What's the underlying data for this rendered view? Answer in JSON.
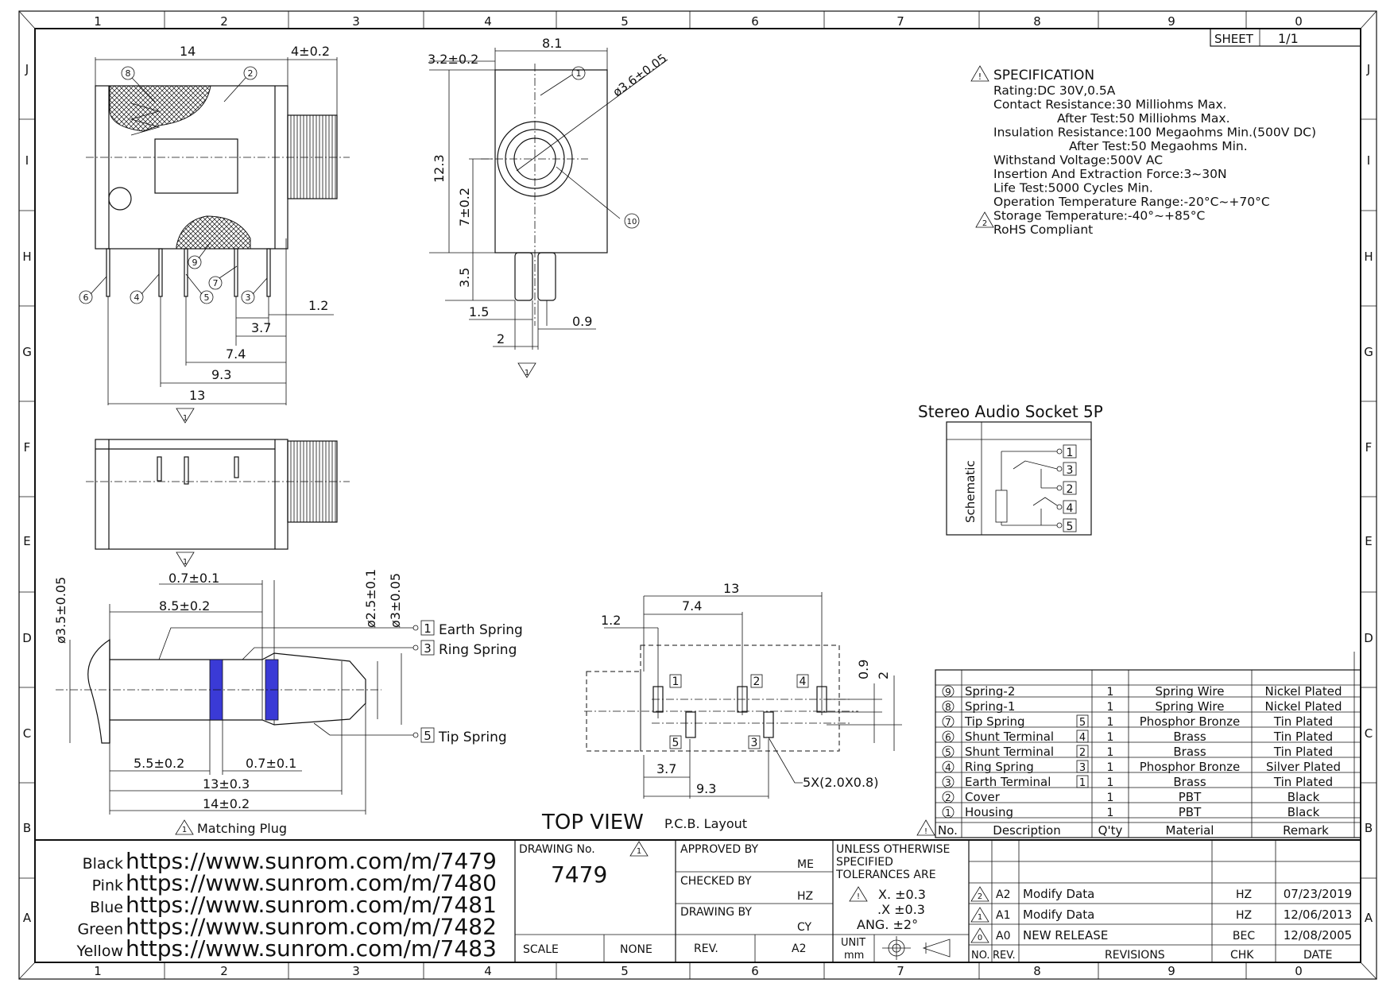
{
  "frame": {
    "col_labels_top": [
      "1",
      "2",
      "3",
      "4",
      "5",
      "6",
      "7",
      "8",
      "9",
      "0"
    ],
    "col_labels_bottom": [
      "1",
      "2",
      "3",
      "4",
      "5",
      "6",
      "7",
      "8",
      "9",
      "0"
    ],
    "row_labels": [
      "J",
      "I",
      "H",
      "G",
      "F",
      "E",
      "D",
      "C",
      "B",
      "A"
    ],
    "sheet_label": "SHEET",
    "sheet_value": "1/1"
  },
  "specification": {
    "title": "SPECIFICATION",
    "lines": [
      "Rating:DC 30V,0.5A",
      "Contact Resistance:30 Milliohms Max.",
      "After Test:50 Milliohms Max.",
      "Insulation Resistance:100 Megaohms Min.(500V DC)",
      "After Test:50 Megaohms Min.",
      "Withstand Voltage:500V AC",
      "Insertion And Extraction Force:3~30N",
      "Life Test:5000 Cycles Min.",
      "Operation Temperature Range:-20°C~+70°C",
      "Storage Temperature:-40°~+85°C",
      "RoHS Compliant"
    ],
    "revision_marker": "2"
  },
  "side_view": {
    "dims": {
      "d14": "14",
      "d4": "4±0.2",
      "d1_2": "1.2",
      "d3_7": "3.7",
      "d7_4": "7.4",
      "d9_3": "9.3",
      "d13": "13"
    },
    "callouts": [
      "8",
      "2",
      "9",
      "7",
      "6",
      "4",
      "5",
      "3"
    ],
    "rev_marker": "1"
  },
  "front_view": {
    "dims": {
      "d3_2": "3.2±0.2",
      "d8_1": "8.1",
      "dia": "ø3.6±0.05",
      "d12_3": "12.3",
      "d7": "7±0.2",
      "d3_5": "3.5",
      "d1_5": "1.5",
      "d2": "2",
      "d0_9": "0.9"
    },
    "callouts": [
      "1",
      "10"
    ],
    "rev_marker": "1"
  },
  "bottom_view": {
    "rev_marker": "1"
  },
  "schematic": {
    "title": "Stereo Audio Socket 5P",
    "side_label": "Schematic",
    "pins": [
      "1",
      "3",
      "2",
      "4",
      "5"
    ]
  },
  "plug": {
    "dims": {
      "d0_7_top": "0.7±0.1",
      "d8_5": "8.5±0.2",
      "dia3_5": "ø3.5±0.05",
      "dia2_5": "ø2.5±0.1",
      "dia3": "ø3±0.05",
      "d5_5": "5.5±0.2",
      "d0_7_bot": "0.7±0.1",
      "d13": "13±0.3",
      "d14": "14±0.2"
    },
    "springs": [
      {
        "num": "1",
        "label": "Earth Spring"
      },
      {
        "num": "3",
        "label": "Ring Spring"
      },
      {
        "num": "5",
        "label": "Tip Spring"
      }
    ],
    "caption": "Matching Plug",
    "rev_marker": "1",
    "band_color": "#3a3ad6"
  },
  "pcb": {
    "dims": {
      "d13": "13",
      "d7_4": "7.4",
      "d1_2": "1.2",
      "d0_9": "0.9",
      "d2": "2",
      "d3_7": "3.7",
      "d9_3": "9.3"
    },
    "pad_labels": [
      "1",
      "2",
      "4",
      "5",
      "3"
    ],
    "pad_note": "5X(2.0X0.8)",
    "title": "TOP VIEW",
    "subtitle": "P.C.B. Layout"
  },
  "bom": {
    "rows": [
      {
        "no": "9",
        "desc": "Spring-2",
        "tag": "",
        "qty": "1",
        "mat": "Spring Wire",
        "rem": "Nickel Plated"
      },
      {
        "no": "8",
        "desc": "Spring-1",
        "tag": "",
        "qty": "1",
        "mat": "Spring Wire",
        "rem": "Nickel Plated"
      },
      {
        "no": "7",
        "desc": "Tip Spring",
        "tag": "5",
        "qty": "1",
        "mat": "Phosphor Bronze",
        "rem": "Tin Plated"
      },
      {
        "no": "6",
        "desc": "Shunt Terminal",
        "tag": "4",
        "qty": "1",
        "mat": "Brass",
        "rem": "Tin Plated"
      },
      {
        "no": "5",
        "desc": "Shunt Terminal",
        "tag": "2",
        "qty": "1",
        "mat": "Brass",
        "rem": "Tin Plated"
      },
      {
        "no": "4",
        "desc": "Ring Spring",
        "tag": "3",
        "qty": "1",
        "mat": "Phosphor Bronze",
        "rem": "Silver Plated"
      },
      {
        "no": "3",
        "desc": "Earth Terminal",
        "tag": "1",
        "qty": "1",
        "mat": "Brass",
        "rem": "Tin Plated"
      },
      {
        "no": "2",
        "desc": "Cover",
        "tag": "",
        "qty": "1",
        "mat": "PBT",
        "rem": "Black"
      },
      {
        "no": "1",
        "desc": "Housing",
        "tag": "",
        "qty": "1",
        "mat": "PBT",
        "rem": "Black"
      }
    ],
    "headers": {
      "no": "No.",
      "desc": "Description",
      "qty": "Q'ty",
      "mat": "Material",
      "rem": "Remark"
    }
  },
  "links": [
    {
      "color": "Black",
      "url": "https://www.sunrom.com/m/7479"
    },
    {
      "color": "Pink",
      "url": "https://www.sunrom.com/m/7480"
    },
    {
      "color": "Blue",
      "url": "https://www.sunrom.com/m/7481"
    },
    {
      "color": "Green",
      "url": "https://www.sunrom.com/m/7482"
    },
    {
      "color": "Yellow",
      "url": "https://www.sunrom.com/m/7483"
    }
  ],
  "title_block": {
    "drawing_no_label": "DRAWING No.",
    "drawing_no": "7479",
    "drawing_rev_marker": "1",
    "approved_by_label": "APPROVED BY",
    "approved_by": "ME",
    "checked_by_label": "CHECKED BY",
    "checked_by": "HZ",
    "drawing_by_label": "DRAWING BY",
    "drawing_by": "CY",
    "scale_label": "SCALE",
    "scale": "NONE",
    "rev_label": "REV.",
    "rev": "A2",
    "tolerance_lines": [
      "UNLESS OTHERWISE",
      "SPECIFIED",
      "TOLERANCES ARE"
    ],
    "tol_x": "X.  ±0.3",
    "tol_xx": ".X  ±0.3",
    "tol_ang": "ANG.  ±2°",
    "unit_label": "UNIT",
    "unit": "mm"
  },
  "revisions": {
    "rows": [
      {
        "marker": "2",
        "rev": "A2",
        "desc": "Modify Data",
        "chk": "HZ",
        "date": "07/23/2019"
      },
      {
        "marker": "1",
        "rev": "A1",
        "desc": "Modify Data",
        "chk": "HZ",
        "date": "12/06/2013"
      },
      {
        "marker": "0",
        "rev": "A0",
        "desc": "NEW RELEASE",
        "chk": "BEC",
        "date": "12/08/2005"
      }
    ],
    "headers": {
      "no": "NO.",
      "rev": "REV.",
      "desc": "REVISIONS",
      "chk": "CHK",
      "date": "DATE"
    }
  }
}
